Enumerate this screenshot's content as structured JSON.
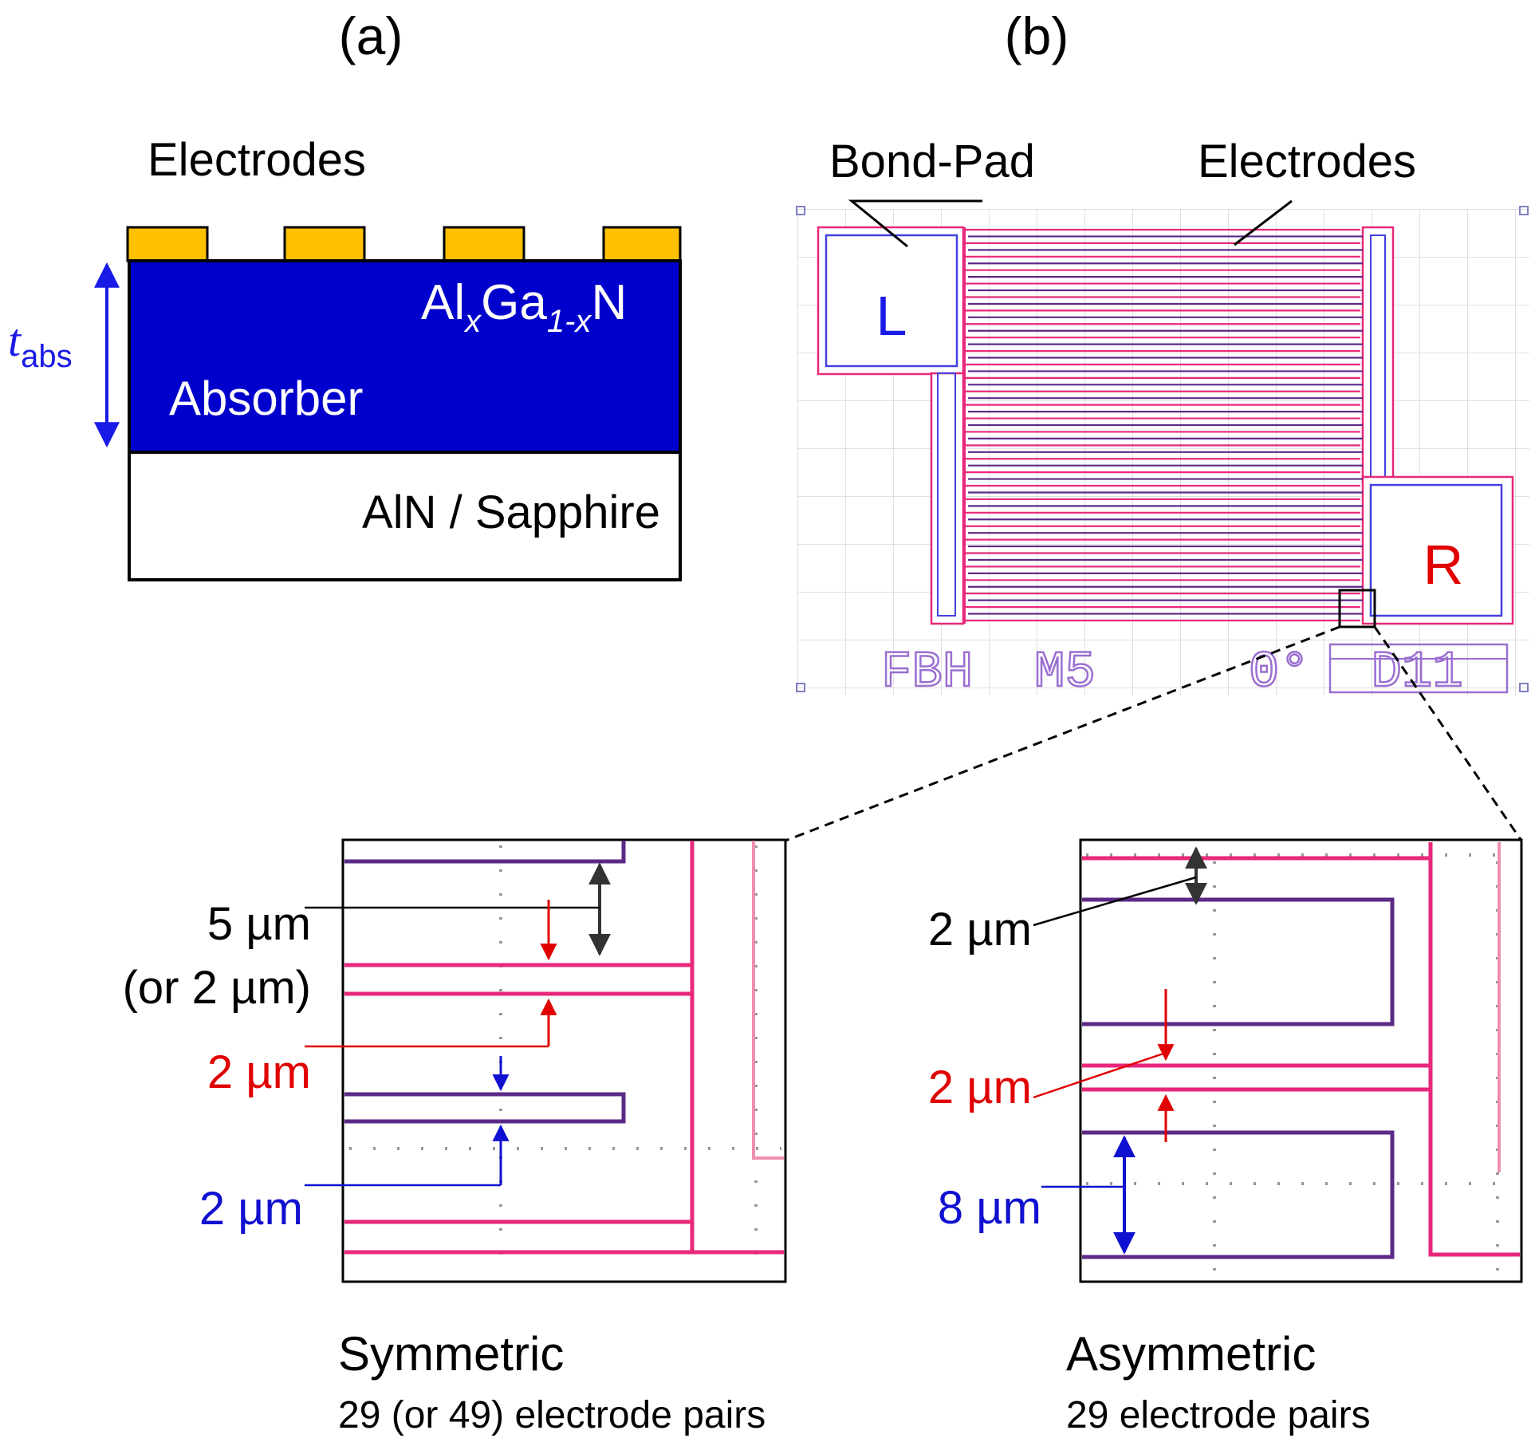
{
  "panel_a": {
    "label": "(a)",
    "electrodes_label": "Electrodes",
    "absorber_formula": {
      "base1": "Al",
      "sub1": "x",
      "base2": "Ga",
      "sub2": "1-x",
      "base3": "N"
    },
    "absorber_label": "Absorber",
    "substrate_label": "AlN / Sapphire",
    "thickness_label": {
      "base": "t",
      "sub": "abs"
    },
    "colors": {
      "electrode": "#FFC000",
      "absorber": "#0000CC",
      "thickness_arrow": "#1A1AE6"
    }
  },
  "panel_b": {
    "label": "(b)",
    "bondpad_label": "Bond-Pad",
    "electrodes_label": "Electrodes",
    "pad_left": "L",
    "pad_right": "R",
    "chip_marking": "FBH  M5     0°  D11",
    "colors": {
      "finger_pink": "#E8287A",
      "finger_purple": "#5B2A86",
      "pad_outline": "#4040E0",
      "grid": "#D6D6D6"
    }
  },
  "insets": {
    "symmetric": {
      "title": "Symmetric",
      "subtitle": "29 (or 49) electrode pairs",
      "spacing_label": "5 µm",
      "spacing_alt": "(or 2 µm)",
      "pink_width_label": "2 µm",
      "purple_width_label": "2 µm"
    },
    "asymmetric": {
      "title": "Asymmetric",
      "subtitle": "29 electrode pairs",
      "gap_label": "2 µm",
      "pink_width_label": "2 µm",
      "purple_width_label": "8 µm"
    }
  }
}
